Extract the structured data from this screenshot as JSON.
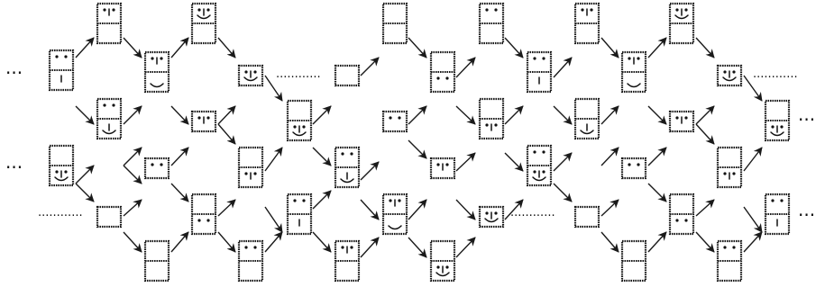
{
  "ellipsis": "···",
  "dotted_rule": "············",
  "colors": {
    "ink": "#1a1a1a",
    "background": "#ffffff"
  },
  "tile_kinds": {
    "single": [
      "blank",
      "eyes",
      "eyes-nose",
      "face-smile"
    ],
    "double_top": [
      "blank",
      "eyes",
      "eyes-nose",
      "face-smile"
    ],
    "double_bottom": [
      "blank",
      "eyes",
      "nose",
      "smile",
      "nose-smile",
      "face-smile"
    ]
  }
}
